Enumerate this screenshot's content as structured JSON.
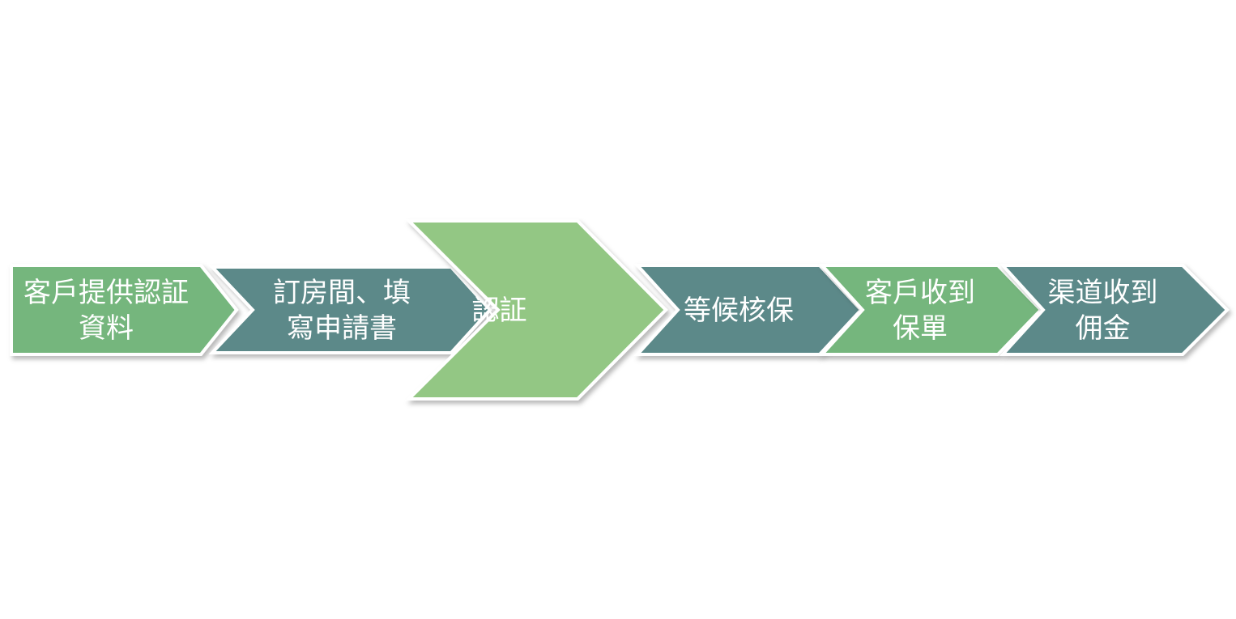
{
  "colors": {
    "green": "#75b67d",
    "teal": "#5c8989",
    "light_green": "#93c784",
    "label": "#ffffff"
  },
  "steps": [
    {
      "lines": [
        "客戶提供認証",
        "資料"
      ],
      "color": "green"
    },
    {
      "lines": [
        "訂房間、填",
        "寫申請書"
      ],
      "color": "teal"
    },
    {
      "lines": [
        "認証"
      ],
      "color": "light_green",
      "highlighted": true
    },
    {
      "lines": [
        "等候核保"
      ],
      "color": "teal"
    },
    {
      "lines": [
        "客戶收到",
        "保單"
      ],
      "color": "green"
    },
    {
      "lines": [
        "渠道收到",
        "佣金"
      ],
      "color": "teal"
    }
  ]
}
